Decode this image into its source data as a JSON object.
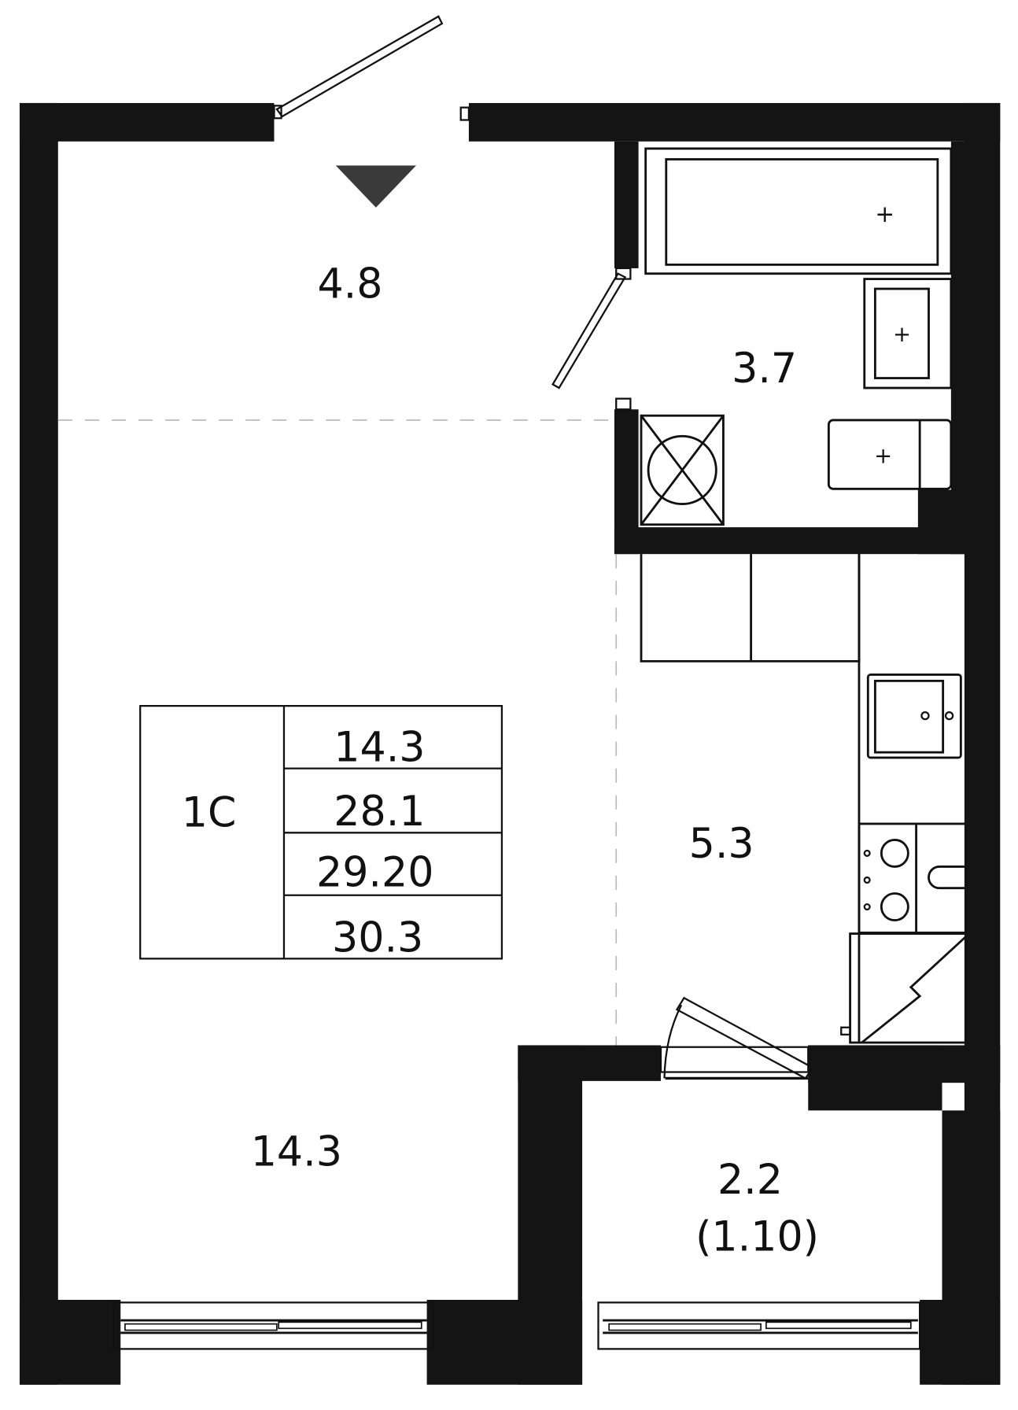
{
  "plan": {
    "rooms": {
      "hall": "4.8",
      "bathroom": "3.7",
      "living": "14.3",
      "kitchen": "5.3",
      "balcony_area": "2.2",
      "balcony_reduced": "(1.10)"
    },
    "summary": {
      "type": "1С",
      "living_area": "14.3",
      "total_area_no_balcony": "28.1",
      "total_area_reduced": "29.20",
      "total_area": "30.3"
    },
    "colors": {
      "wall": "#141414",
      "line": "#111111",
      "entrance_marker": "#3a3a3a"
    }
  }
}
